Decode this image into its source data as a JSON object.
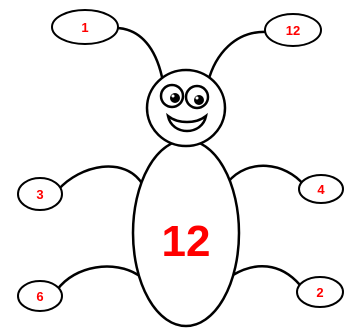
{
  "bug": {
    "body_number": "12",
    "antenna_left": "1",
    "antenna_right": "12",
    "leg_upper_left": "3",
    "leg_upper_right": "4",
    "leg_lower_left": "6",
    "leg_lower_right": "2"
  },
  "colors": {
    "number_color": "#ff0000",
    "outline_color": "#000000"
  }
}
